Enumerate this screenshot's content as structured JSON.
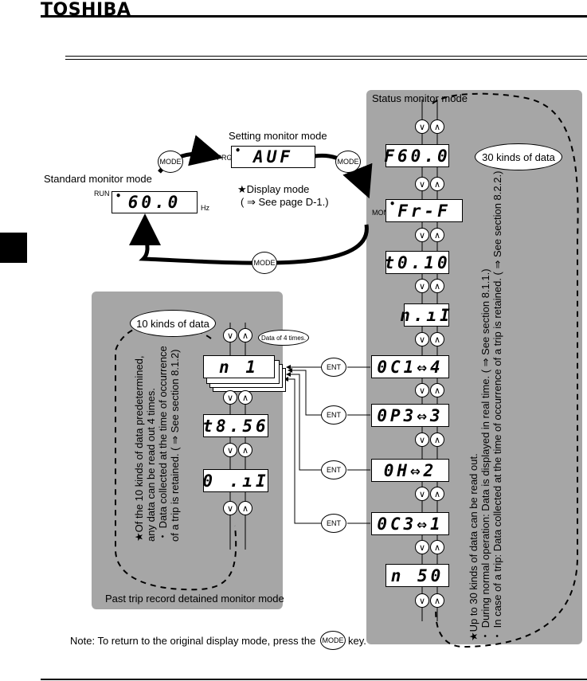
{
  "header": {
    "logo": "TOSHIBA"
  },
  "standard": {
    "title": "Standard monitor mode",
    "run": "RUN",
    "value": "60.0",
    "hz": "Hz"
  },
  "setting": {
    "title": "Setting monitor mode",
    "prg": "PRG",
    "value": "AUF",
    "display_mode": "★Display mode",
    "see_page": "( ⇒ See page D-1.)"
  },
  "keys": {
    "mode": "MODE",
    "ent": "ENT"
  },
  "status": {
    "title": "Status monitor mode",
    "kinds": "30 kinds of data",
    "mon": "MON",
    "displays": [
      "F60.0",
      "Fr-F",
      "t0.10",
      "n.ıI",
      "0C1⇔4",
      "0P3⇔3",
      "0H⇔2",
      "0C3⇔1",
      "n 50"
    ],
    "note_lines": [
      "★Up to 30 kinds of data can be read out.",
      "・ During normal operation: Data is displayed in real time. ( ⇒ See section 8.1.1.)",
      "・ In case of a trip: Data collected at the time of occurrence of a trip is retained. ( ⇒ See section 8.2.2.)"
    ]
  },
  "past": {
    "title": "Past trip record detained monitor mode",
    "kinds": "10 kinds of data",
    "data4": "Data of 4 times.",
    "displays": [
      "n   1",
      "t8.56",
      "0 .ıI"
    ],
    "note_lines": [
      "★Of the 10 kinds of data predetermined,",
      "any data can be read out 4 times.",
      "・ Data collected at the time of occurrence",
      "of a trip is retained. ( ⇒ See section 8.1.2)"
    ]
  },
  "footer": {
    "note_before": "Note: To return to the original display mode, press the",
    "note_after": "key."
  }
}
